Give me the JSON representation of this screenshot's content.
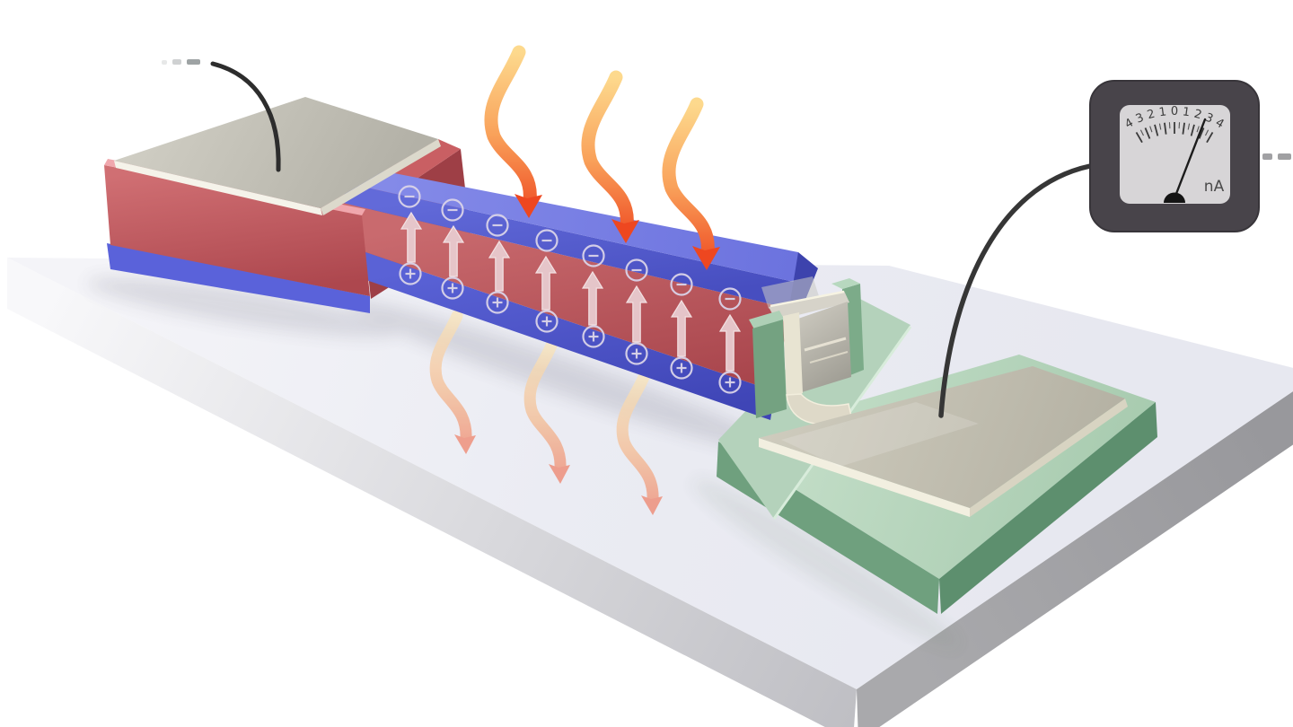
{
  "meter": {
    "unit": "nA",
    "scale": [
      "4",
      "3",
      "2",
      "1",
      "0",
      "1",
      "2",
      "3",
      "4"
    ],
    "needle_points_to": "3"
  },
  "charges": {
    "negative_symbol": "−",
    "negative_count": 8,
    "positive_symbol": "+",
    "positive_count": 8
  },
  "radiation": {
    "incident_wave_count": 3,
    "transmitted_wave_count": 3
  },
  "polarization_arrow_count": 8,
  "colors": {
    "layer_blue": "#5a62d6",
    "layer_red": "#bf585d",
    "electrode_gray": "#c2bfb3",
    "mount_green": "#79a886",
    "substrate_top": "#ebecf3",
    "radiation_hot": "#ee4720",
    "radiation_warm": "#fdd98d",
    "wire_black": "#2d2d2d",
    "meter_body": "#48444a",
    "meter_face": "#d7d5d7"
  }
}
